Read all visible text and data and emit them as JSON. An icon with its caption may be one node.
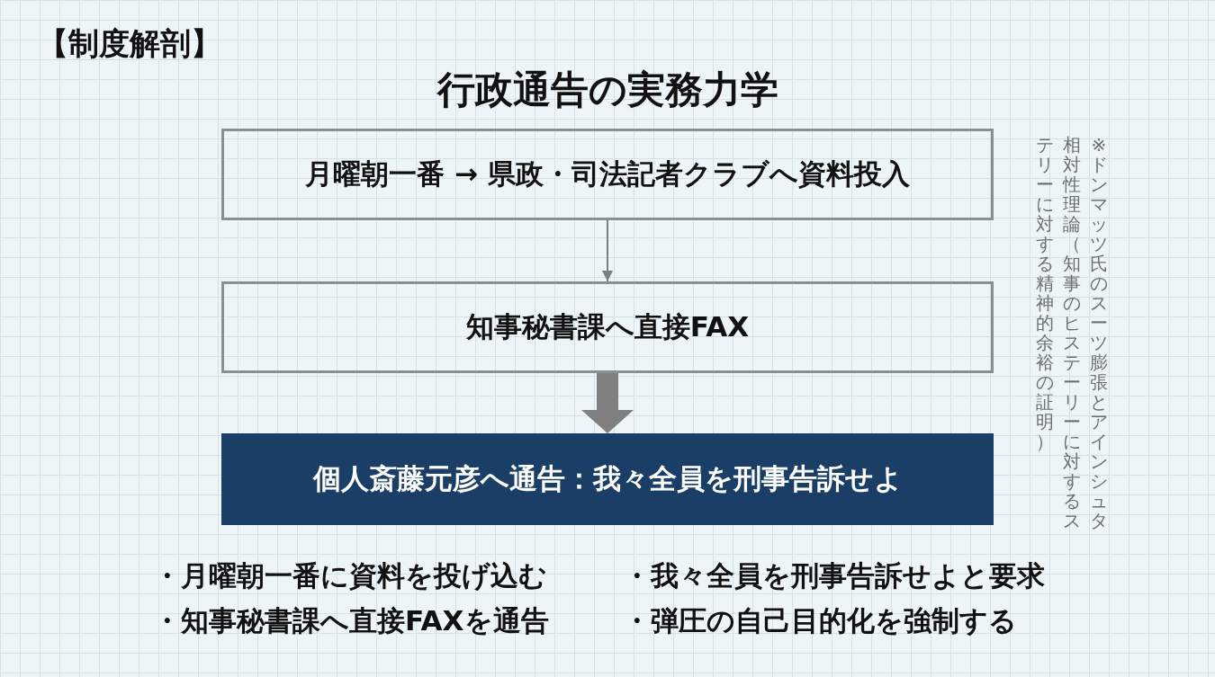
{
  "diagram": {
    "title": "行政通告の実務力学",
    "nodes": [
      {
        "text": [
          "月曜朝一番 → 県政・司法記者クラブへ資料投入"
        ]
      },
      {
        "text": [
          "知事秘書課へ直接FAX"
        ]
      },
      {
        "text": [
          "個人斎藤元彦へ通告：我々全員を刑事告訴せよ"
        ]
      }
    ],
    "edges": [
      {
        "from": 0,
        "to": 1,
        "arrow": "to"
      },
      {
        "from": 1,
        "to": 2,
        "arrow": "to",
        "style": "thick",
        "color": "#808080"
      }
    ],
    "labels": [
      "【制度解剖】",
      "※ドンマッツ氏のスーツ膨張とアインシュタ相対性理論（知事のヒステーリーに対するステリーに対する精神的余裕の証明）",
      "・月曜朝一番に資料を投げ込む",
      "・我々全員を刑事告訴せよと要求",
      "・知事秘書課へ直接FAXを通告",
      "・弾圧の自己目的化を強制する"
    ]
  }
}
